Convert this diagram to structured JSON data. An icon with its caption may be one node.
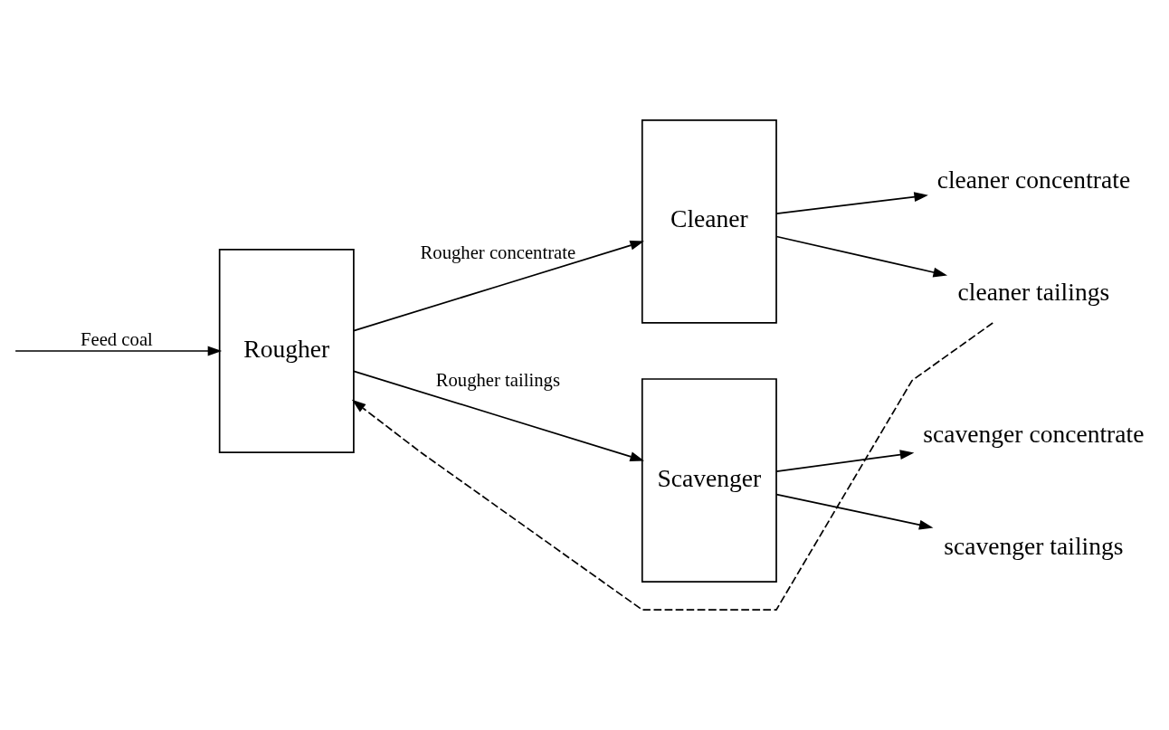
{
  "diagram": {
    "nodes": [
      {
        "text": [
          "Rougher"
        ]
      },
      {
        "text": [
          "Cleaner"
        ]
      },
      {
        "text": [
          "Scavenger"
        ]
      },
      {
        "text": [
          "cleaner concentrate"
        ]
      },
      {
        "text": [
          "cleaner tailings"
        ]
      },
      {
        "text": [
          "scavenger concentrate"
        ]
      },
      {
        "text": [
          "scavenger tailings"
        ]
      }
    ],
    "edges": [
      {
        "from": null,
        "to": 0,
        "arrow": "to",
        "label": "Feed coal"
      },
      {
        "from": 0,
        "to": 1,
        "arrow": "to",
        "label": "Rougher concentrate"
      },
      {
        "from": 1,
        "to": 3,
        "arrow": "to"
      },
      {
        "from": 1,
        "to": 4,
        "arrow": "to"
      },
      {
        "from": 4,
        "to": 0,
        "arrow": "to",
        "style": "dashed"
      },
      {
        "from": 0,
        "to": 2,
        "arrow": "to",
        "label": "Rougher tailings"
      },
      {
        "from": 2,
        "to": 5,
        "arrow": "to"
      },
      {
        "from": 2,
        "to": 6,
        "arrow": "to"
      }
    ]
  }
}
